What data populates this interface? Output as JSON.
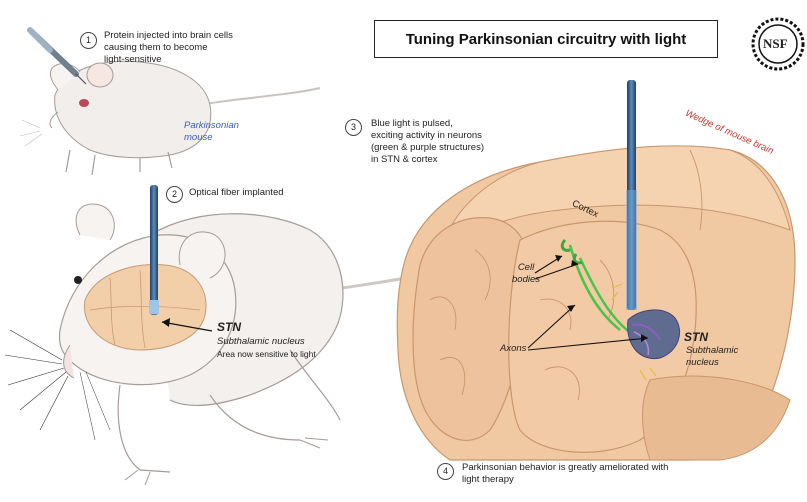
{
  "title": "Tuning Parkinsonian circuitry with light",
  "logo_text": "NSF",
  "steps": [
    {
      "num": "1",
      "text": "Protein injected into brain cells\ncausing them to become\nlight-sensitive"
    },
    {
      "num": "2",
      "text": "Optical fiber implanted"
    },
    {
      "num": "3",
      "text": "Blue light is pulsed,\nexciting activity in neurons\n(green & purple structures)\nin STN & cortex"
    },
    {
      "num": "4",
      "text": "Parkinsonian behavior is greatly ameliorated with\nlight therapy"
    }
  ],
  "labels": {
    "parkinsonian_mouse": "Parkinsonian\nmouse",
    "wedge": "Wedge of mouse brain",
    "cortex": "Cortex",
    "cell_bodies": "Cell\nbodies",
    "axons": "Axons",
    "stn_left": "STN",
    "stn_left_sub": "Subthalamic nucleus",
    "stn_left_note": "Area now sensitive to light",
    "stn_right": "STN",
    "stn_right_sub": "Subthalamic\nnucleus"
  },
  "colors": {
    "brain": "#f1caa6",
    "brain_dark": "#d9a27c",
    "fiber": "#2e5a86",
    "neuron_green": "#4cc24a",
    "neuron_purple": "#8a5fc0",
    "wedge_label": "#c0392b",
    "mouse_label": "#3b5bbf"
  }
}
